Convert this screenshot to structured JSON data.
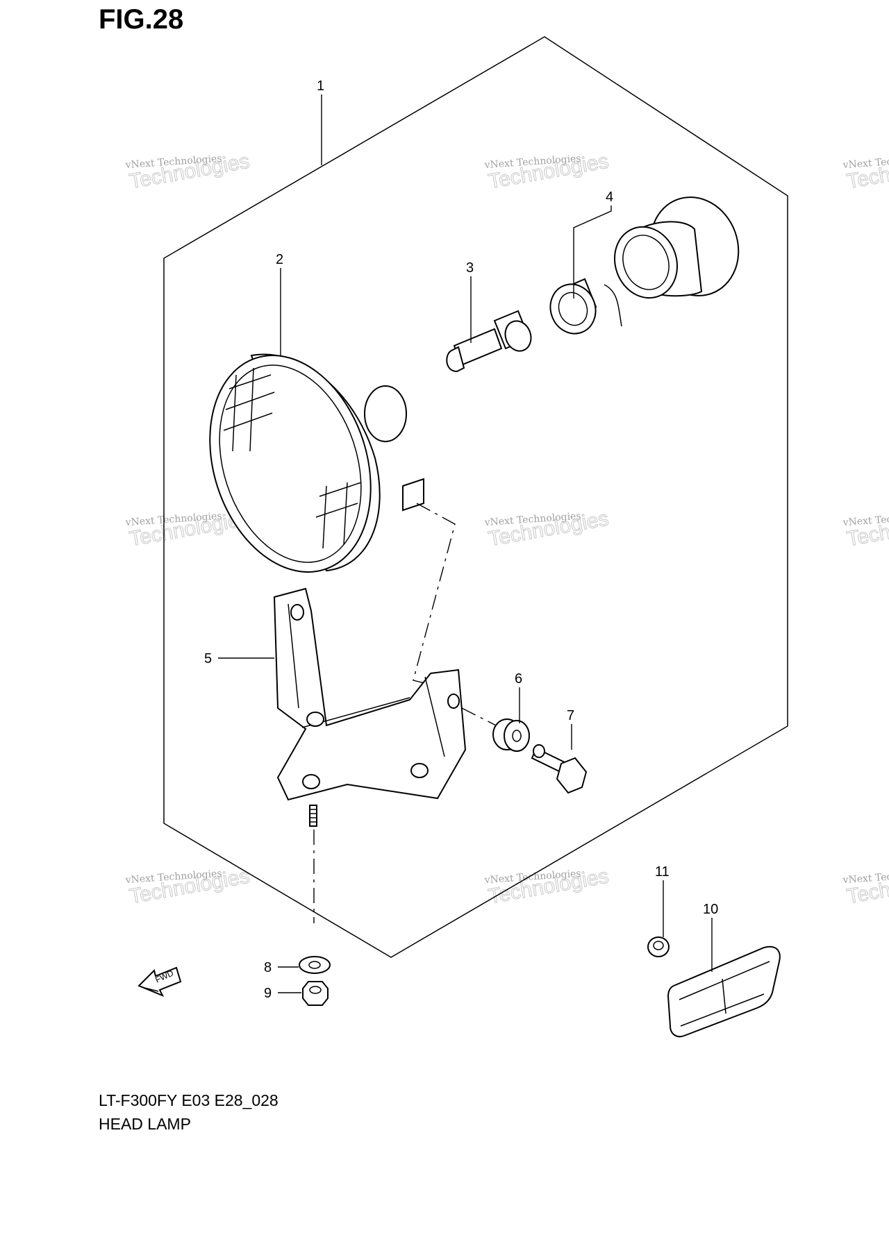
{
  "figure": {
    "title": "FIG.28",
    "model_code": "LT-F300FY E03 E28_028",
    "section_name": "HEAD LAMP"
  },
  "callouts": [
    "1",
    "2",
    "3",
    "4",
    "5",
    "6",
    "7",
    "8",
    "9",
    "10",
    "11"
  ],
  "fwd_arrow_label": "FWD",
  "watermark": {
    "line1": "vNext Technologies",
    "line2": "Technologies",
    "overlay": "vNext"
  }
}
